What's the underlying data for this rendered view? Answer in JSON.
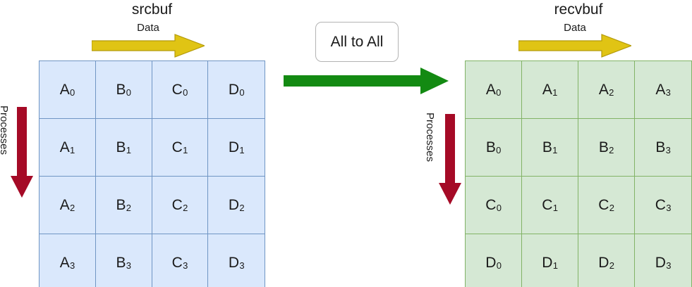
{
  "diagram": {
    "title_src": "srcbuf",
    "title_recv": "recvbuf",
    "operation_label": "All to All",
    "data_axis_label": "Data",
    "process_axis_label": "Processes",
    "colors": {
      "src_fill": "#dae8fc",
      "src_stroke": "#7095c4",
      "recv_fill": "#d5e8d4",
      "recv_stroke": "#82b366",
      "data_arrow": "#e0c414",
      "data_arrow_stroke": "#b39a0a",
      "process_arrow": "#a50a26",
      "operation_arrow": "#138a12",
      "text": "#1a1a1a",
      "box_border": "#b3b3b3",
      "background": "#ffffff"
    }
  },
  "srcbuf": {
    "rows": [
      [
        {
          "base": "A",
          "sub": "0"
        },
        {
          "base": "B",
          "sub": "0"
        },
        {
          "base": "C",
          "sub": "0"
        },
        {
          "base": "D",
          "sub": "0"
        }
      ],
      [
        {
          "base": "A",
          "sub": "1"
        },
        {
          "base": "B",
          "sub": "1"
        },
        {
          "base": "C",
          "sub": "1"
        },
        {
          "base": "D",
          "sub": "1"
        }
      ],
      [
        {
          "base": "A",
          "sub": "2"
        },
        {
          "base": "B",
          "sub": "2"
        },
        {
          "base": "C",
          "sub": "2"
        },
        {
          "base": "D",
          "sub": "2"
        }
      ],
      [
        {
          "base": "A",
          "sub": "3"
        },
        {
          "base": "B",
          "sub": "3"
        },
        {
          "base": "C",
          "sub": "3"
        },
        {
          "base": "D",
          "sub": "3"
        }
      ]
    ]
  },
  "recvbuf": {
    "rows": [
      [
        {
          "base": "A",
          "sub": "0"
        },
        {
          "base": "A",
          "sub": "1"
        },
        {
          "base": "A",
          "sub": "2"
        },
        {
          "base": "A",
          "sub": "3"
        }
      ],
      [
        {
          "base": "B",
          "sub": "0"
        },
        {
          "base": "B",
          "sub": "1"
        },
        {
          "base": "B",
          "sub": "2"
        },
        {
          "base": "B",
          "sub": "3"
        }
      ],
      [
        {
          "base": "C",
          "sub": "0"
        },
        {
          "base": "C",
          "sub": "1"
        },
        {
          "base": "C",
          "sub": "2"
        },
        {
          "base": "C",
          "sub": "3"
        }
      ],
      [
        {
          "base": "D",
          "sub": "0"
        },
        {
          "base": "D",
          "sub": "1"
        },
        {
          "base": "D",
          "sub": "2"
        },
        {
          "base": "D",
          "sub": "3"
        }
      ]
    ]
  },
  "icons": {
    "data_arrow": "right-arrow-icon",
    "process_arrow": "down-arrow-icon",
    "operation_arrow": "right-arrow-icon"
  }
}
